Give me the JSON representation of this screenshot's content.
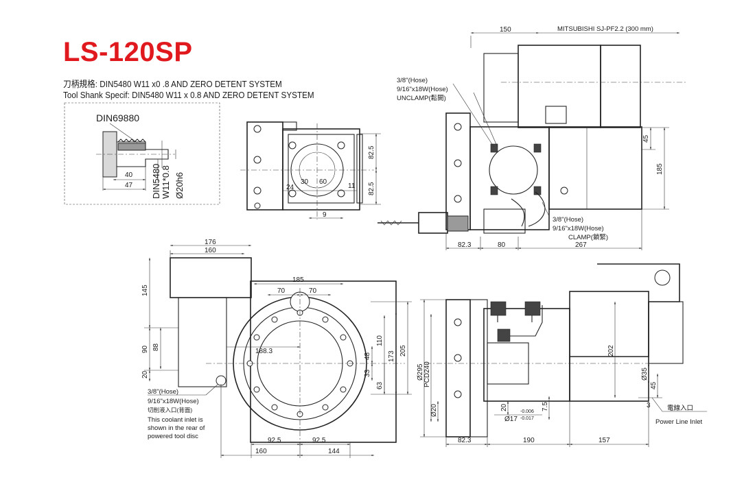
{
  "title": "LS-120SP",
  "spec_line_cn": "刀柄規格: DIN5480 W11 x0 .8 AND ZERO DETENT SYSTEM",
  "spec_line_en": "Tool Shank Specif: DIN5480 W11 x 0.8 AND ZERO DETENT SYSTEM",
  "accent_color": "#e0191e",
  "detail_view": {
    "standard": "DIN69880",
    "dims": [
      "40",
      "47"
    ],
    "spline_label": [
      "DIN5480",
      "W11*0.8"
    ],
    "dia_label": "Ø20h6"
  },
  "front_view": {
    "dims": [
      "82.5",
      "82.5",
      "24",
      "30",
      "60",
      "11",
      "9"
    ]
  },
  "side_view_top": {
    "dims": [
      "150",
      "82.3",
      "80",
      "267",
      "185",
      "45"
    ],
    "motor": "MITSUBISHI SJ-PF2.2  (300 mm)",
    "hose_unclamp": [
      "3/8\"(Hose)",
      "9/16\"x18W(Hose)",
      "UNCLAMP(鬆開)"
    ],
    "hose_clamp": [
      "3/8\"(Hose)",
      "9/16\"x18W(Hose)",
      "CLAMP(鎖緊)"
    ]
  },
  "plan_view": {
    "dims": [
      "176",
      "160",
      "185",
      "70",
      "70",
      "145",
      "90",
      "88",
      "20",
      "188.3",
      "110",
      "205",
      "173",
      "48",
      "33",
      "63",
      "92.5",
      "92.5",
      "160",
      "144"
    ],
    "notes": [
      "3/8\"(Hose)",
      "9/16\"x18W(Hose)",
      "切削液入口(背面)",
      "This coolant inlet is",
      "shown in the rear of",
      "powered tool disc"
    ]
  },
  "side_view_bottom": {
    "dims": [
      "Ø295",
      "PCD240",
      "Ø20",
      "20",
      "Ø17",
      "-0.006",
      "-0.017",
      "7.5",
      "202",
      "Ø35",
      "45",
      "3",
      "82.3",
      "190",
      "157"
    ],
    "power_cn": "電線入口",
    "power_en": "Power Line Inlet"
  }
}
